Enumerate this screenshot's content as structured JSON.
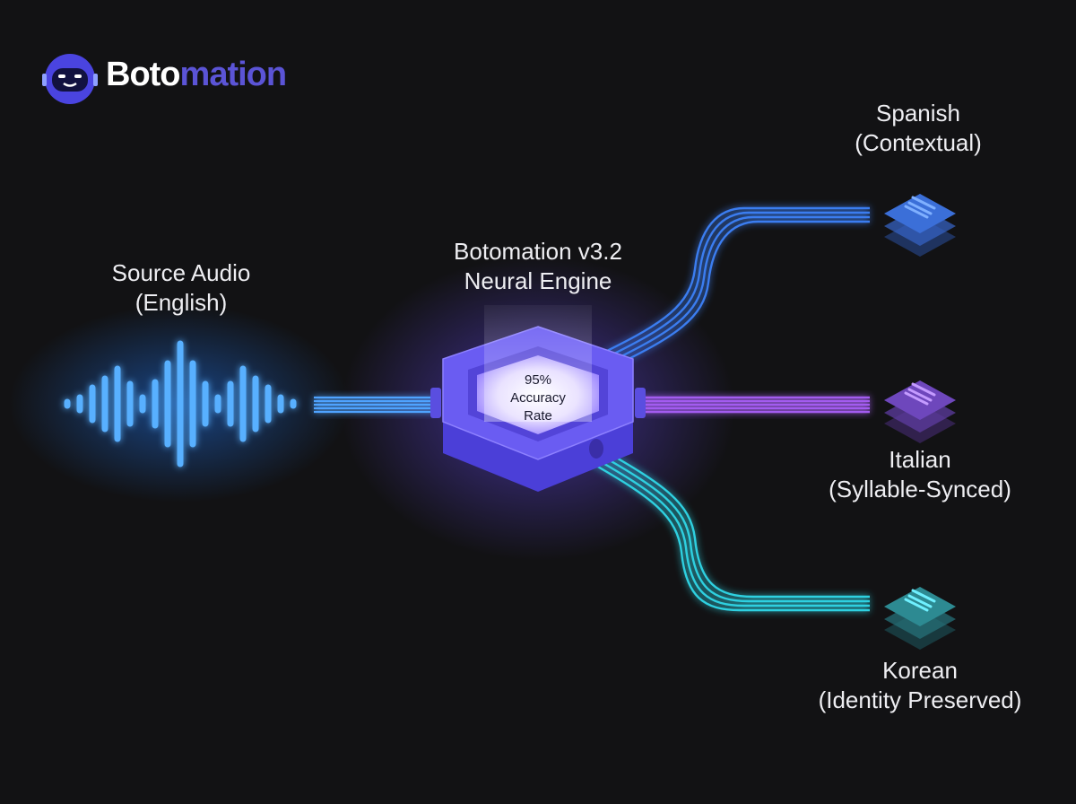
{
  "brand": {
    "name_part1": "Boto",
    "name_part2": "mation",
    "logo_icon": "robot-headset-icon",
    "color_primary": "#ffffff",
    "color_accent": "#5b54d6"
  },
  "source": {
    "title": "Source Audio",
    "subtitle": "(English)",
    "icon": "waveform-icon",
    "color": "#3b8cff"
  },
  "engine": {
    "title": "Botomation v3.2",
    "subtitle": "Neural Engine",
    "metric_value": "95%",
    "metric_label_1": "Accuracy",
    "metric_label_2": "Rate",
    "color": "#6d5cf0"
  },
  "outputs": [
    {
      "language": "Spanish",
      "mode": "(Contextual)",
      "icon": "stacked-document-icon",
      "color": "#3b7df0"
    },
    {
      "language": "Italian",
      "mode": "(Syllable-Synced)",
      "icon": "stacked-document-icon",
      "color": "#a35cf0"
    },
    {
      "language": "Korean",
      "mode": "(Identity Preserved)",
      "icon": "stacked-document-icon",
      "color": "#2fd0e0"
    }
  ]
}
